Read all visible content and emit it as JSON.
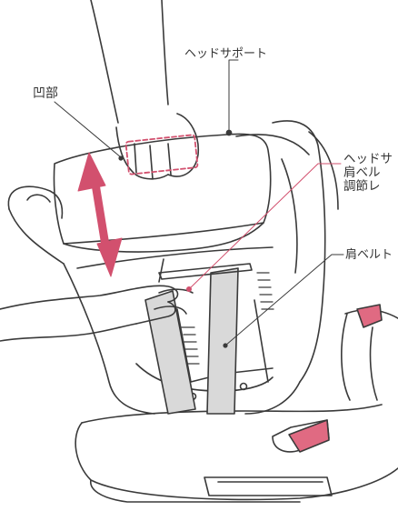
{
  "labels": {
    "headrest": "ヘッドサポート",
    "recess": "凹部",
    "adjuster_line1": "ヘッドサ",
    "adjuster_line2": "肩ベル",
    "adjuster_line3": "調節レ",
    "shoulder_belt": "肩ベルト"
  },
  "colors": {
    "line": "#3a3a3a",
    "accent": "#d2506e",
    "accent_fill": "#e06a82",
    "belt_fill": "#d9d9d9"
  }
}
